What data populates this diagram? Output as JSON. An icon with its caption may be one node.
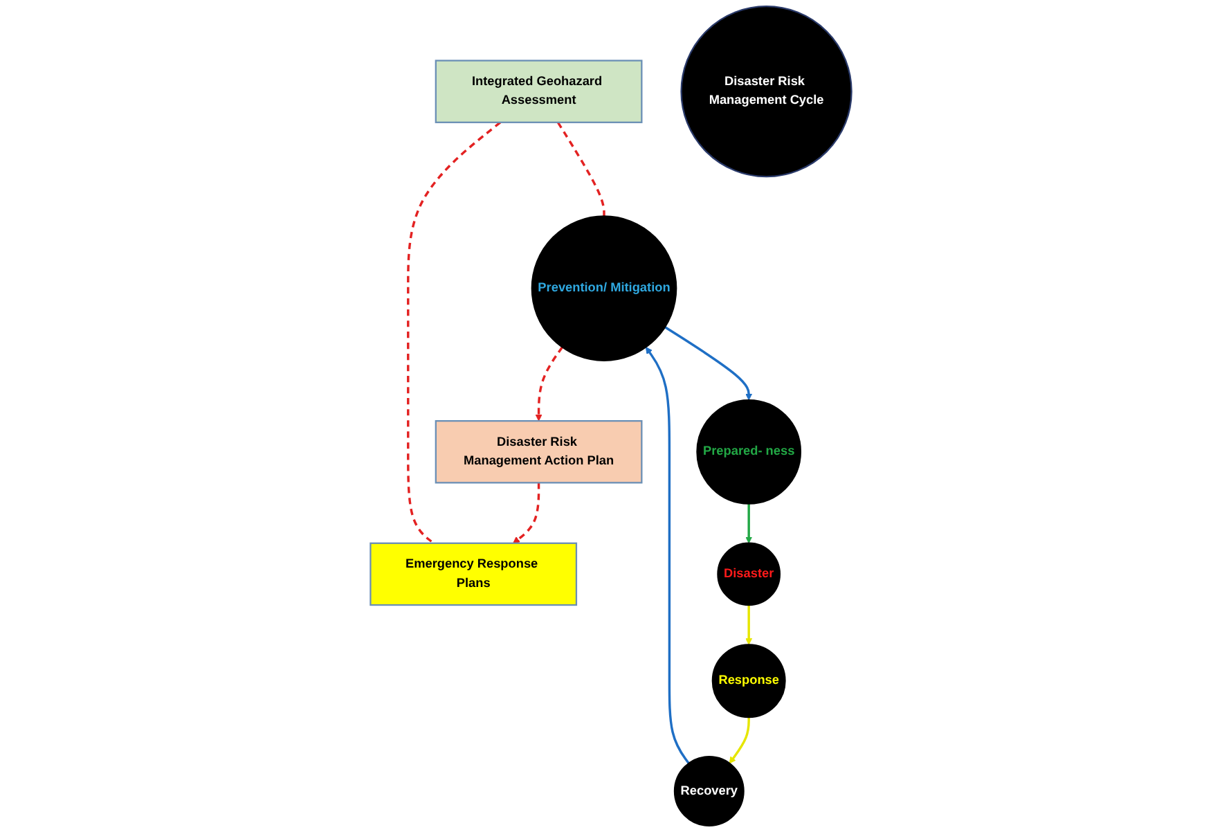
{
  "diagram": {
    "nodes": [
      {
        "text": [
          "Integrated Geohazard Assessment"
        ]
      },
      {
        "text": [
          "Prevention/ Mitigation"
        ]
      },
      {
        "text": [
          "Disaster Risk Management Action Plan"
        ]
      },
      {
        "text": [
          "Recovery"
        ]
      },
      {
        "text": [
          "Prepared- ness"
        ]
      },
      {
        "text": [
          "Disaster Risk Management Cycle"
        ]
      },
      {
        "text": [
          "Emergency Response Plans"
        ]
      },
      {
        "text": [
          "Response"
        ]
      },
      {
        "text": [
          "Disaster"
        ]
      }
    ],
    "edges": [
      {
        "from": 0,
        "to": 1,
        "arrow": "none",
        "style": "dashed",
        "color": "#e32222"
      },
      {
        "from": 1,
        "to": 2,
        "arrow": "to",
        "style": "dashed",
        "color": "#e32222"
      },
      {
        "from": 2,
        "to": 6,
        "arrow": "to",
        "style": "dashed",
        "color": "#e32222"
      },
      {
        "from": 0,
        "to": 6,
        "arrow": "none",
        "style": "dashed",
        "color": "#e32222"
      },
      {
        "from": 1,
        "to": 4,
        "arrow": "to",
        "color": "#1f6fc5"
      },
      {
        "from": 4,
        "to": 8,
        "arrow": "to",
        "color": "#22a845"
      },
      {
        "from": 8,
        "to": 7,
        "arrow": "to",
        "color": "#e6e600"
      },
      {
        "from": 7,
        "to": 3,
        "arrow": "to",
        "color": "#e6e600"
      },
      {
        "from": 3,
        "to": 1,
        "arrow": "to",
        "color": "#1f6fc5"
      }
    ]
  }
}
